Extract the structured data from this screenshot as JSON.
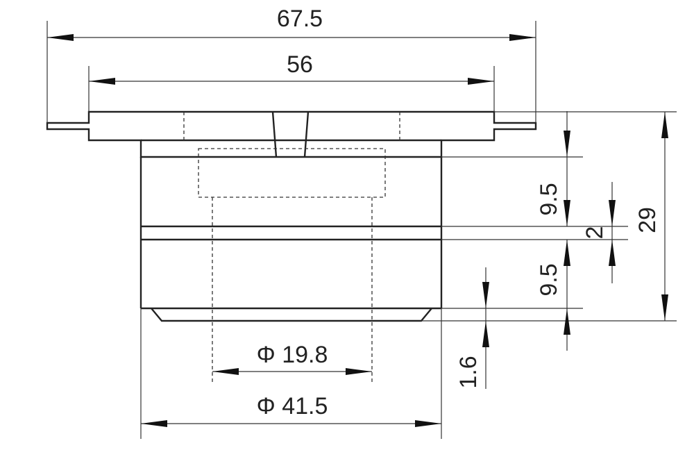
{
  "diagram": {
    "dimensions": {
      "overall_width": "67.5",
      "flange_width": "56",
      "upper_body_height": "9.5",
      "groove_height": "2",
      "lower_body_height": "9.5",
      "total_height": "29",
      "chamfer_height": "1.6",
      "inner_diameter": "Φ 19.8",
      "outer_diameter": "Φ 41.5"
    },
    "colors": {
      "line": "#222222",
      "background": "#ffffff"
    }
  }
}
